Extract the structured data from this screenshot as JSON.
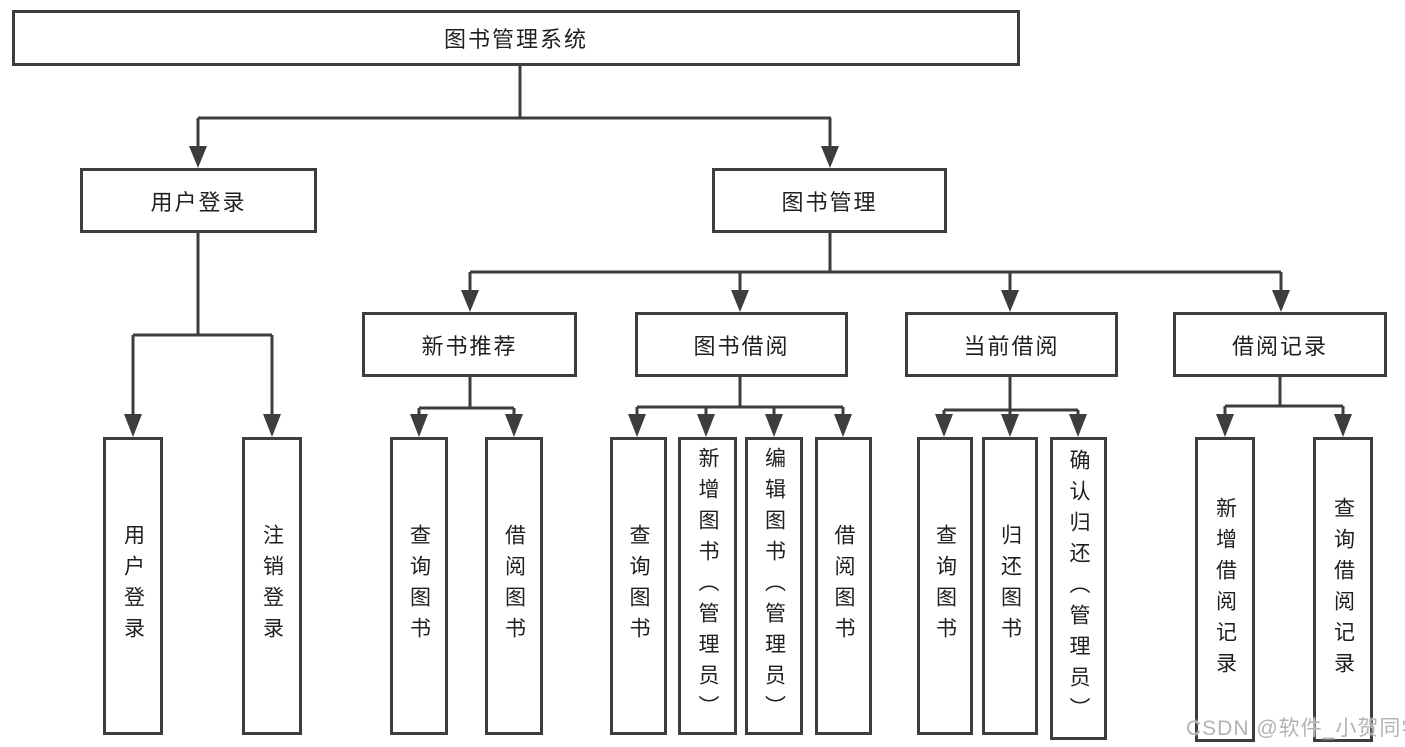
{
  "diagram": {
    "title": "图书管理系统",
    "watermark": "CSDN @软件_小贺同学",
    "colors": {
      "line": "#3d3d3d",
      "text": "#1f1f1f",
      "background": "#ffffff",
      "watermark": "#b3b3b3"
    },
    "nodes": {
      "root": {
        "label": "图书管理系统"
      },
      "user_login": {
        "label": "用户登录"
      },
      "book_mgmt": {
        "label": "图书管理"
      },
      "new_book_rec": {
        "label": "新书推荐"
      },
      "book_borrow": {
        "label": "图书借阅"
      },
      "current_borrow": {
        "label": "当前借阅"
      },
      "borrow_record": {
        "label": "借阅记录"
      },
      "ul_login": {
        "label": "用户登录"
      },
      "ul_logout": {
        "label": "注销登录"
      },
      "nb_query": {
        "label": "查询图书"
      },
      "nb_borrow": {
        "label": "借阅图书"
      },
      "bb_query": {
        "label": "查询图书"
      },
      "bb_add": {
        "label": "新增图书（管理员）"
      },
      "bb_edit": {
        "label": "编辑图书（管理员）"
      },
      "bb_borrow": {
        "label": "借阅图书"
      },
      "cb_query": {
        "label": "查询图书"
      },
      "cb_return": {
        "label": "归还图书"
      },
      "cb_confirm": {
        "label": "确认归还（管理员）"
      },
      "br_add": {
        "label": "新增借阅记录"
      },
      "br_query": {
        "label": "查询借阅记录"
      }
    },
    "edges": [
      {
        "from": "图书管理系统",
        "to": "用户登录"
      },
      {
        "from": "图书管理系统",
        "to": "图书管理"
      },
      {
        "from": "用户登录",
        "to": "用户登录"
      },
      {
        "from": "用户登录",
        "to": "注销登录"
      },
      {
        "from": "图书管理",
        "to": "新书推荐"
      },
      {
        "from": "图书管理",
        "to": "图书借阅"
      },
      {
        "from": "图书管理",
        "to": "当前借阅"
      },
      {
        "from": "图书管理",
        "to": "借阅记录"
      },
      {
        "from": "新书推荐",
        "to": "查询图书"
      },
      {
        "from": "新书推荐",
        "to": "借阅图书"
      },
      {
        "from": "图书借阅",
        "to": "查询图书"
      },
      {
        "from": "图书借阅",
        "to": "新增图书（管理员）"
      },
      {
        "from": "图书借阅",
        "to": "编辑图书（管理员）"
      },
      {
        "from": "图书借阅",
        "to": "借阅图书"
      },
      {
        "from": "当前借阅",
        "to": "查询图书"
      },
      {
        "from": "当前借阅",
        "to": "归还图书"
      },
      {
        "from": "当前借阅",
        "to": "确认归还（管理员）"
      },
      {
        "from": "借阅记录",
        "to": "新增借阅记录"
      },
      {
        "from": "借阅记录",
        "to": "查询借阅记录"
      }
    ]
  }
}
